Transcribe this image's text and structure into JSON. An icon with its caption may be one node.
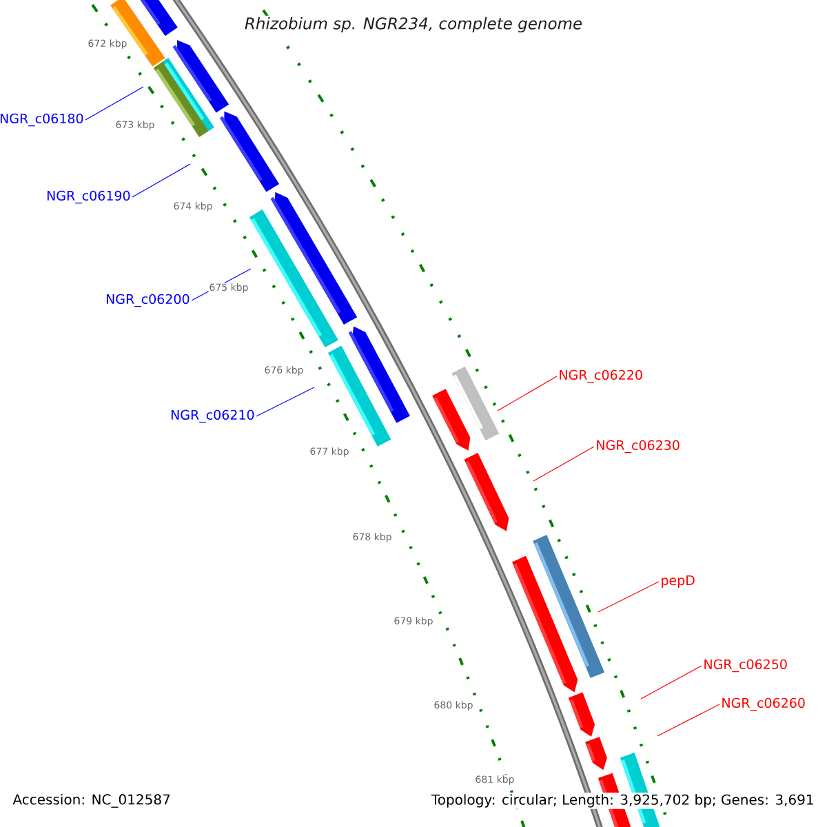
{
  "diagram": {
    "title": "Rhizobium sp. NGR234, complete genome",
    "nodes": [
      {
        "text": [
          "NGR_c06180"
        ]
      },
      {
        "text": [
          "NGR_c06190"
        ]
      },
      {
        "text": [
          "NGR_c06200"
        ]
      },
      {
        "text": [
          "NGR_c06210"
        ]
      },
      {
        "text": [
          "NGR_c06220"
        ]
      },
      {
        "text": [
          "NGR_c06230"
        ]
      },
      {
        "text": [
          "pepD"
        ]
      },
      {
        "text": [
          "NGR_c06250"
        ]
      },
      {
        "text": [
          "NGR_c06260"
        ]
      }
    ],
    "edges": [
      {
        "from": 0,
        "to": null,
        "arrow": "none",
        "color": "#0000ff"
      },
      {
        "from": 1,
        "to": null,
        "arrow": "none",
        "color": "#0000ff"
      },
      {
        "from": 2,
        "to": null,
        "arrow": "none",
        "color": "#0000ff"
      },
      {
        "from": 3,
        "to": null,
        "arrow": "none",
        "color": "#0000ff"
      },
      {
        "from": 4,
        "to": null,
        "arrow": "none"
      },
      {
        "from": 5,
        "to": null,
        "arrow": "none"
      },
      {
        "from": 6,
        "to": null,
        "arrow": "none"
      },
      {
        "from": 7,
        "to": null,
        "arrow": "none"
      },
      {
        "from": 8,
        "to": null,
        "arrow": "none"
      }
    ],
    "labels": [
      "672 kbp",
      "673 kbp",
      "674 kbp",
      "675 kbp",
      "676 kbp",
      "677 kbp",
      "678 kbp",
      "679 kbp",
      "680 kbp",
      "681 kbp",
      "Accession: NC_012587",
      "Topology: circular; Length: 3,925,702 bp; Genes: 3,691"
    ]
  }
}
